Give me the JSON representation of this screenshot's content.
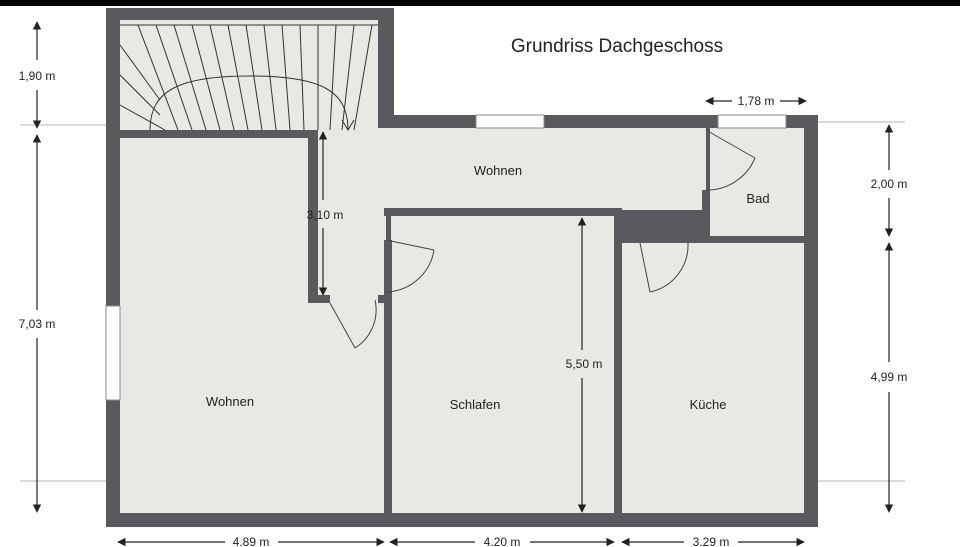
{
  "title": "Grundriss Dachgeschoss",
  "rooms": {
    "wohnen_main": "Wohnen",
    "wohnen_upper": "Wohnen",
    "schlafen": "Schlafen",
    "kueche": "Küche",
    "bad": "Bad"
  },
  "dimensions": {
    "stair_height": "1,90 m",
    "left_height": "7,03 m",
    "bad_width": "1,78 m",
    "bad_height": "2,00 m",
    "kueche_height": "4,99 m",
    "corridor_height": "3,10 m",
    "schlafen_height": "5,50 m",
    "bottom_left": "4.89 m",
    "bottom_mid": "4.20 m",
    "bottom_right": "3.29 m"
  },
  "colors": {
    "wall": "#5a5a5e",
    "floor": "#e8e9e5",
    "dimension_line": "#222222"
  }
}
